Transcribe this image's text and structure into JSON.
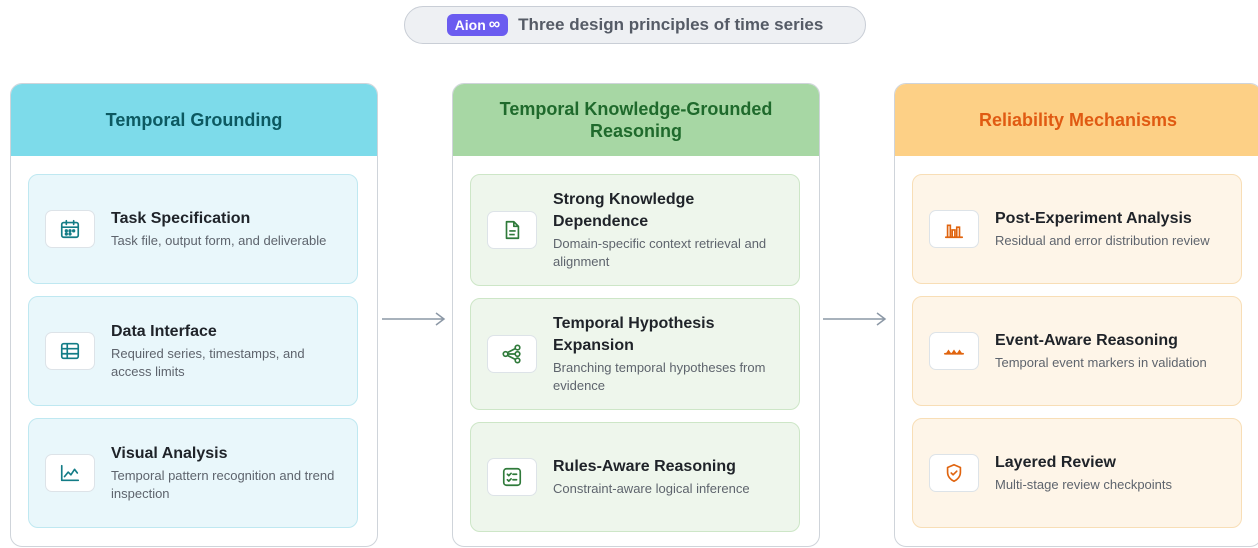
{
  "header": {
    "brand": "Aion",
    "brand_symbol": "∞",
    "title": "Three design principles of time series"
  },
  "columns": [
    {
      "title": "Temporal Grounding",
      "color": "#7ddbea",
      "items": [
        {
          "title": "Task Specification",
          "desc": "Task file, output form, and deliverable",
          "icon": "calendar-icon"
        },
        {
          "title": "Data Interface",
          "desc": "Required series, timestamps, and access limits",
          "icon": "table-icon"
        },
        {
          "title": "Visual Analysis",
          "desc": "Temporal pattern recognition and trend inspection",
          "icon": "chart-trend-icon"
        }
      ]
    },
    {
      "title": "Temporal Knowledge-Grounded Reasoning",
      "color": "#a7d7a4",
      "items": [
        {
          "title": "Strong Knowledge Dependence",
          "desc": "Domain-specific context retrieval and alignment",
          "icon": "document-icon"
        },
        {
          "title": "Temporal Hypothesis Expansion",
          "desc": "Branching temporal hypotheses from evidence",
          "icon": "branch-icon"
        },
        {
          "title": "Rules-Aware Reasoning",
          "desc": "Constraint-aware logical inference",
          "icon": "checklist-icon"
        }
      ]
    },
    {
      "title": "Reliability Mechanisms",
      "color": "#fdd086",
      "items": [
        {
          "title": "Post-Experiment Analysis",
          "desc": "Residual and error distribution review",
          "icon": "bar-chart-icon"
        },
        {
          "title": "Event-Aware Reasoning",
          "desc": "Temporal event markers in validation",
          "icon": "event-markers-icon"
        },
        {
          "title": "Layered Review",
          "desc": "Multi-stage review checkpoints",
          "icon": "shield-check-icon"
        }
      ]
    }
  ]
}
